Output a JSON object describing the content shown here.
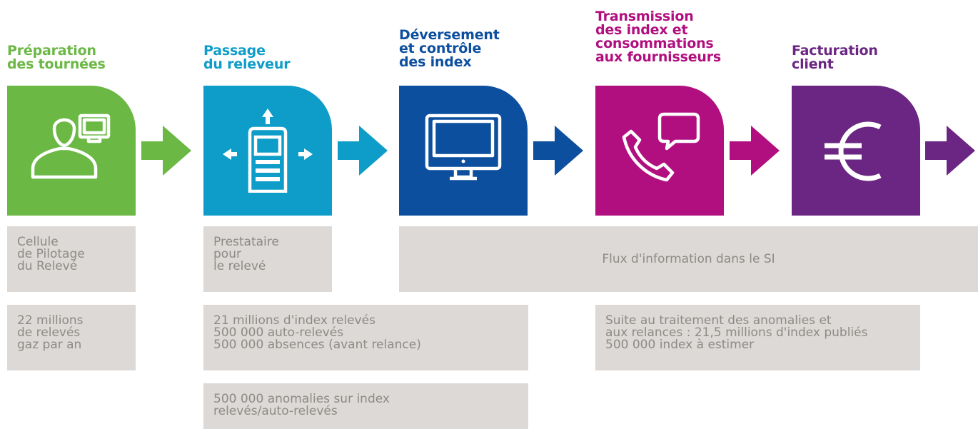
{
  "colors": {
    "step1": "#6bb845",
    "step2": "#0e9cc9",
    "step3": "#0c4f9e",
    "step4": "#b10f7f",
    "step5": "#6a2682",
    "box": "#dcd9d6",
    "box_text": "#8e8a86"
  },
  "steps": [
    {
      "lines": [
        "Préparation",
        "des tournées"
      ],
      "icon": "user-computer-icon"
    },
    {
      "lines": [
        "Passage",
        "du releveur"
      ],
      "icon": "meter-reading-icon"
    },
    {
      "lines": [
        "Déversement",
        "et contrôle",
        "des index"
      ],
      "icon": "monitor-icon"
    },
    {
      "lines": [
        "Transmission",
        "des index et",
        "consommations",
        "aux fournisseurs"
      ],
      "icon": "phone-chat-icon"
    },
    {
      "lines": [
        "Facturation",
        "client"
      ],
      "icon": "euro-icon"
    }
  ],
  "actors": {
    "cellule": [
      "Cellule",
      "de Pilotage",
      "du Relevé"
    ],
    "prestataire": [
      "Prestataire",
      "pour",
      "le relevé"
    ],
    "flux": "Flux d'information dans le SI"
  },
  "stats": {
    "gaz": [
      "22 millions",
      "de relevés",
      "gaz par an"
    ],
    "index": [
      "21 millions d'index relevés",
      "500 000 auto-relevés",
      "500 000 absences (avant relance)"
    ],
    "anomalies": [
      "500 000 anomalies sur index",
      "relevés/auto-relevés"
    ],
    "publies": [
      "Suite au traitement des anomalies et",
      "aux relances : 21,5 millions d'index publiés",
      "500 000 index à estimer"
    ]
  }
}
